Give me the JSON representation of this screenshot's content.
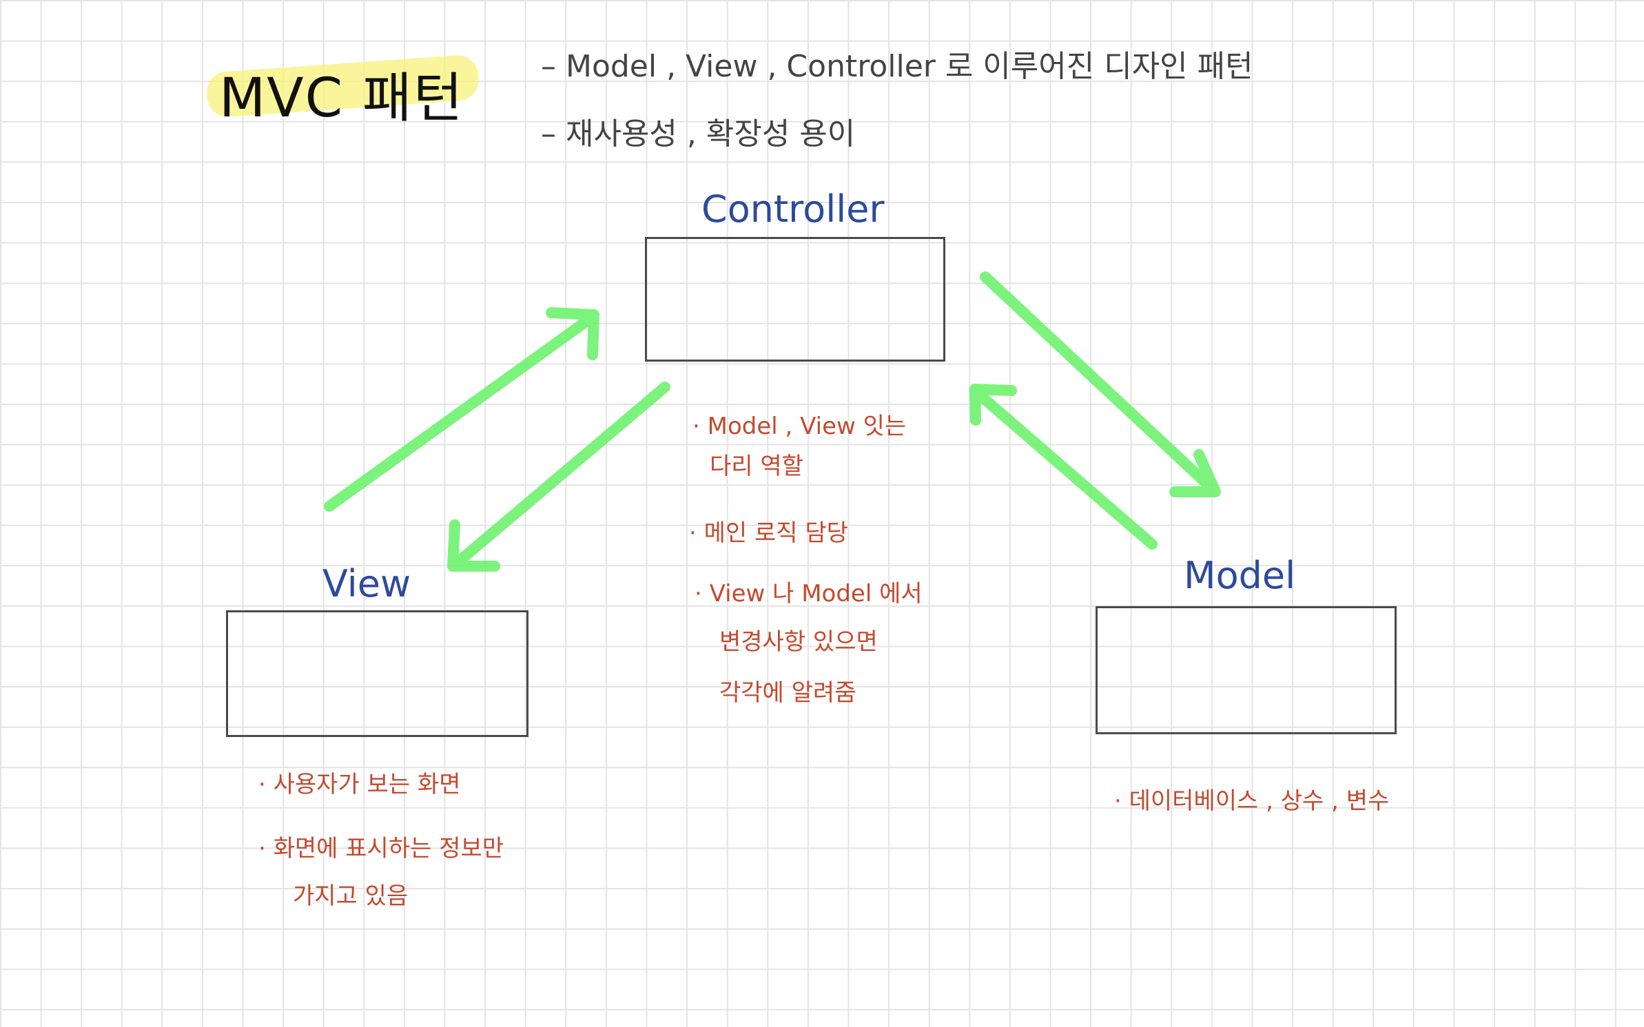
{
  "title": "MVC 패턴",
  "intro": [
    "– Model , View , Controller 로 이루어진 디자인 패턴",
    "– 재사용성 , 확장성 용이"
  ],
  "nodes": {
    "controller": {
      "label": "Controller",
      "notes": [
        "· Model , View 잇는",
        "다리 역할",
        "· 메인 로직 담당",
        "· View 나 Model 에서",
        "변경사항 있으면",
        "각각에 알려줌"
      ]
    },
    "view": {
      "label": "View",
      "notes": [
        "· 사용자가 보는 화면",
        "· 화면에 표시하는 정보만",
        "가지고 있음"
      ]
    },
    "model": {
      "label": "Model",
      "notes": [
        "· 데이터베이스 , 상수 , 변수"
      ]
    }
  },
  "colors": {
    "arrow": "#6ef26e",
    "box_label": "#2d4a9c",
    "note": "#c4492e",
    "highlight": "#f8f27a"
  }
}
